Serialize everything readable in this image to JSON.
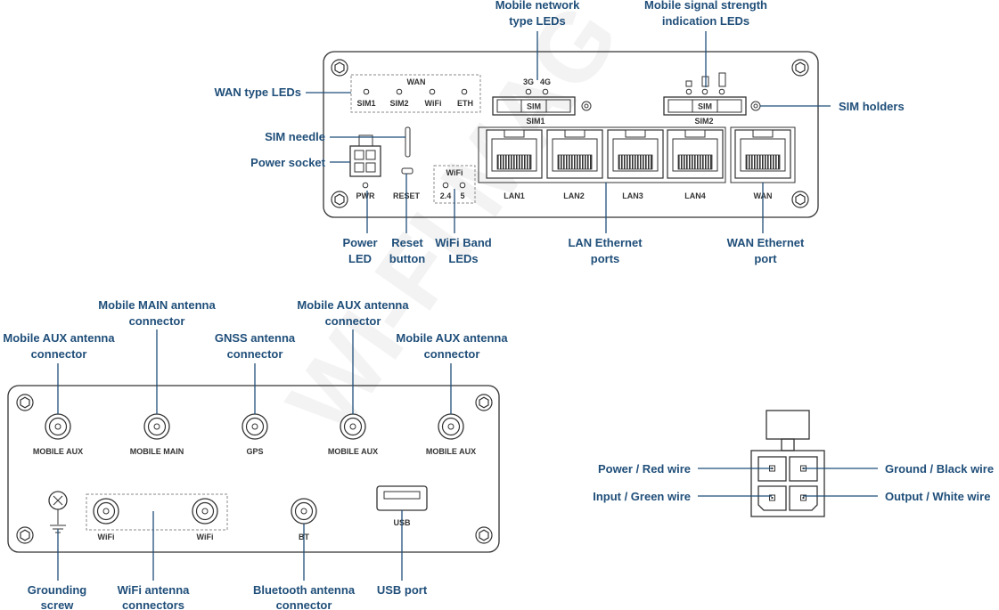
{
  "front": {
    "wan_group": "WAN",
    "sim1": "SIM1",
    "sim2": "SIM2",
    "wifi": "WiFi",
    "eth": "ETH",
    "net_3g": "3G",
    "net_4g": "4G",
    "sim_slot": "SIM",
    "sim_holder_1": "SIM1",
    "sim_holder_2": "SIM2",
    "pwr": "PWR",
    "reset": "RESET",
    "wifi_band_title": "WiFi",
    "band_24": "2.4",
    "band_5": "5",
    "lan1": "LAN1",
    "lan2": "LAN2",
    "lan3": "LAN3",
    "lan4": "LAN4",
    "wan_port": "WAN"
  },
  "back": {
    "aux1": "MOBILE AUX",
    "main": "MOBILE MAIN",
    "gps": "GPS",
    "aux2": "MOBILE AUX",
    "aux3": "MOBILE AUX",
    "wifi1": "WiFi",
    "wifi2": "WiFi",
    "bt": "BT",
    "usb": "USB"
  },
  "labels": {
    "mobile_network_type_1": "Mobile network",
    "mobile_network_type_2": "type LEDs",
    "signal_strength_1": "Mobile signal strength",
    "signal_strength_2": "indication LEDs",
    "wan_type_leds": "WAN type LEDs",
    "sim_needle": "SIM needle",
    "power_socket": "Power socket",
    "sim_holders": "SIM holders",
    "power_led_1": "Power",
    "power_led_2": "LED",
    "reset_button_1": "Reset",
    "reset_button_2": "button",
    "wifi_band_leds_1": "WiFi Band",
    "wifi_band_leds_2": "LEDs",
    "lan_ports_1": "LAN Ethernet",
    "lan_ports_2": "ports",
    "wan_port_1": "WAN Ethernet",
    "wan_port_2": "port",
    "main_antenna_1": "Mobile MAIN antenna",
    "main_antenna_2": "connector",
    "aux_antenna_left_1": "Mobile AUX antenna",
    "aux_antenna_left_2": "connector",
    "gnss_antenna_1": "GNSS antenna",
    "gnss_antenna_2": "connector",
    "aux_antenna_mid_1": "Mobile AUX antenna",
    "aux_antenna_mid_2": "connector",
    "aux_antenna_right_1": "Mobile AUX antenna",
    "aux_antenna_right_2": "connector",
    "grounding_1": "Grounding",
    "grounding_2": "screw",
    "wifi_antennas_1": "WiFi antenna",
    "wifi_antennas_2": "connectors",
    "bt_antenna_1": "Bluetooth antenna",
    "bt_antenna_2": "connector",
    "usb_port": "USB port",
    "power_red": "Power / Red wire",
    "input_green": "Input / Green wire",
    "ground_black": "Ground / Black wire",
    "output_white": "Output / White wire"
  }
}
